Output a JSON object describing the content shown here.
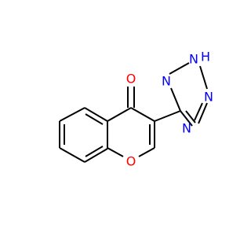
{
  "colors": {
    "bond": "#000000",
    "oxygen": "#ff0000",
    "nitrogen": "#0000ff",
    "background": "#ffffff"
  },
  "atoms": {
    "carbonyl_oxygen": "O",
    "ring_oxygen": "O",
    "tetrazole_n_top_left": "N",
    "tetrazole_nh": "N",
    "tetrazole_h": "H",
    "tetrazole_n_right": "N",
    "tetrazole_n_bottom": "N"
  }
}
